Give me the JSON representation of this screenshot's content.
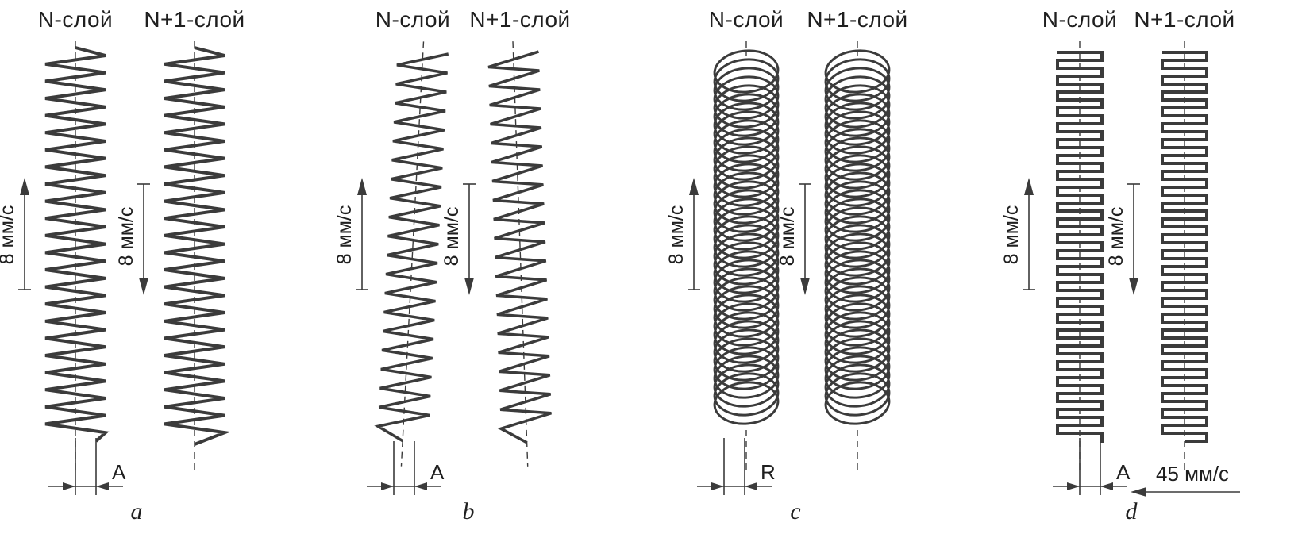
{
  "figure": {
    "colors": {
      "ink": "#3b3b3b",
      "text": "#1f1f1f"
    },
    "panels": [
      {
        "letter": "a",
        "pattern": "zigzag",
        "dimension_label": "A",
        "columns": [
          {
            "header": "N-слой",
            "speed_label": "8 мм/с",
            "speed_direction": "up"
          },
          {
            "header": "N+1-слой",
            "speed_label": "8 мм/с",
            "speed_direction": "down"
          }
        ]
      },
      {
        "letter": "b",
        "pattern": "sawtooth",
        "dimension_label": "A",
        "columns": [
          {
            "header": "N-слой",
            "speed_label": "8 мм/с",
            "speed_direction": "up"
          },
          {
            "header": "N+1-слой",
            "speed_label": "8 мм/с",
            "speed_direction": "down"
          }
        ]
      },
      {
        "letter": "c",
        "pattern": "spiral",
        "dimension_label": "R",
        "columns": [
          {
            "header": "N-слой",
            "speed_label": "8 мм/с",
            "speed_direction": "up"
          },
          {
            "header": "N+1-слой",
            "speed_label": "8 мм/с",
            "speed_direction": "down"
          }
        ]
      },
      {
        "letter": "d",
        "pattern": "meander",
        "dimension_label": "A",
        "columns": [
          {
            "header": "N-слой",
            "speed_label": "8 мм/с",
            "speed_direction": "up"
          },
          {
            "header": "N+1-слой",
            "speed_label": "8 мм/с",
            "speed_direction": "down",
            "bottom_speed_label": "45 мм/с"
          }
        ]
      }
    ]
  }
}
